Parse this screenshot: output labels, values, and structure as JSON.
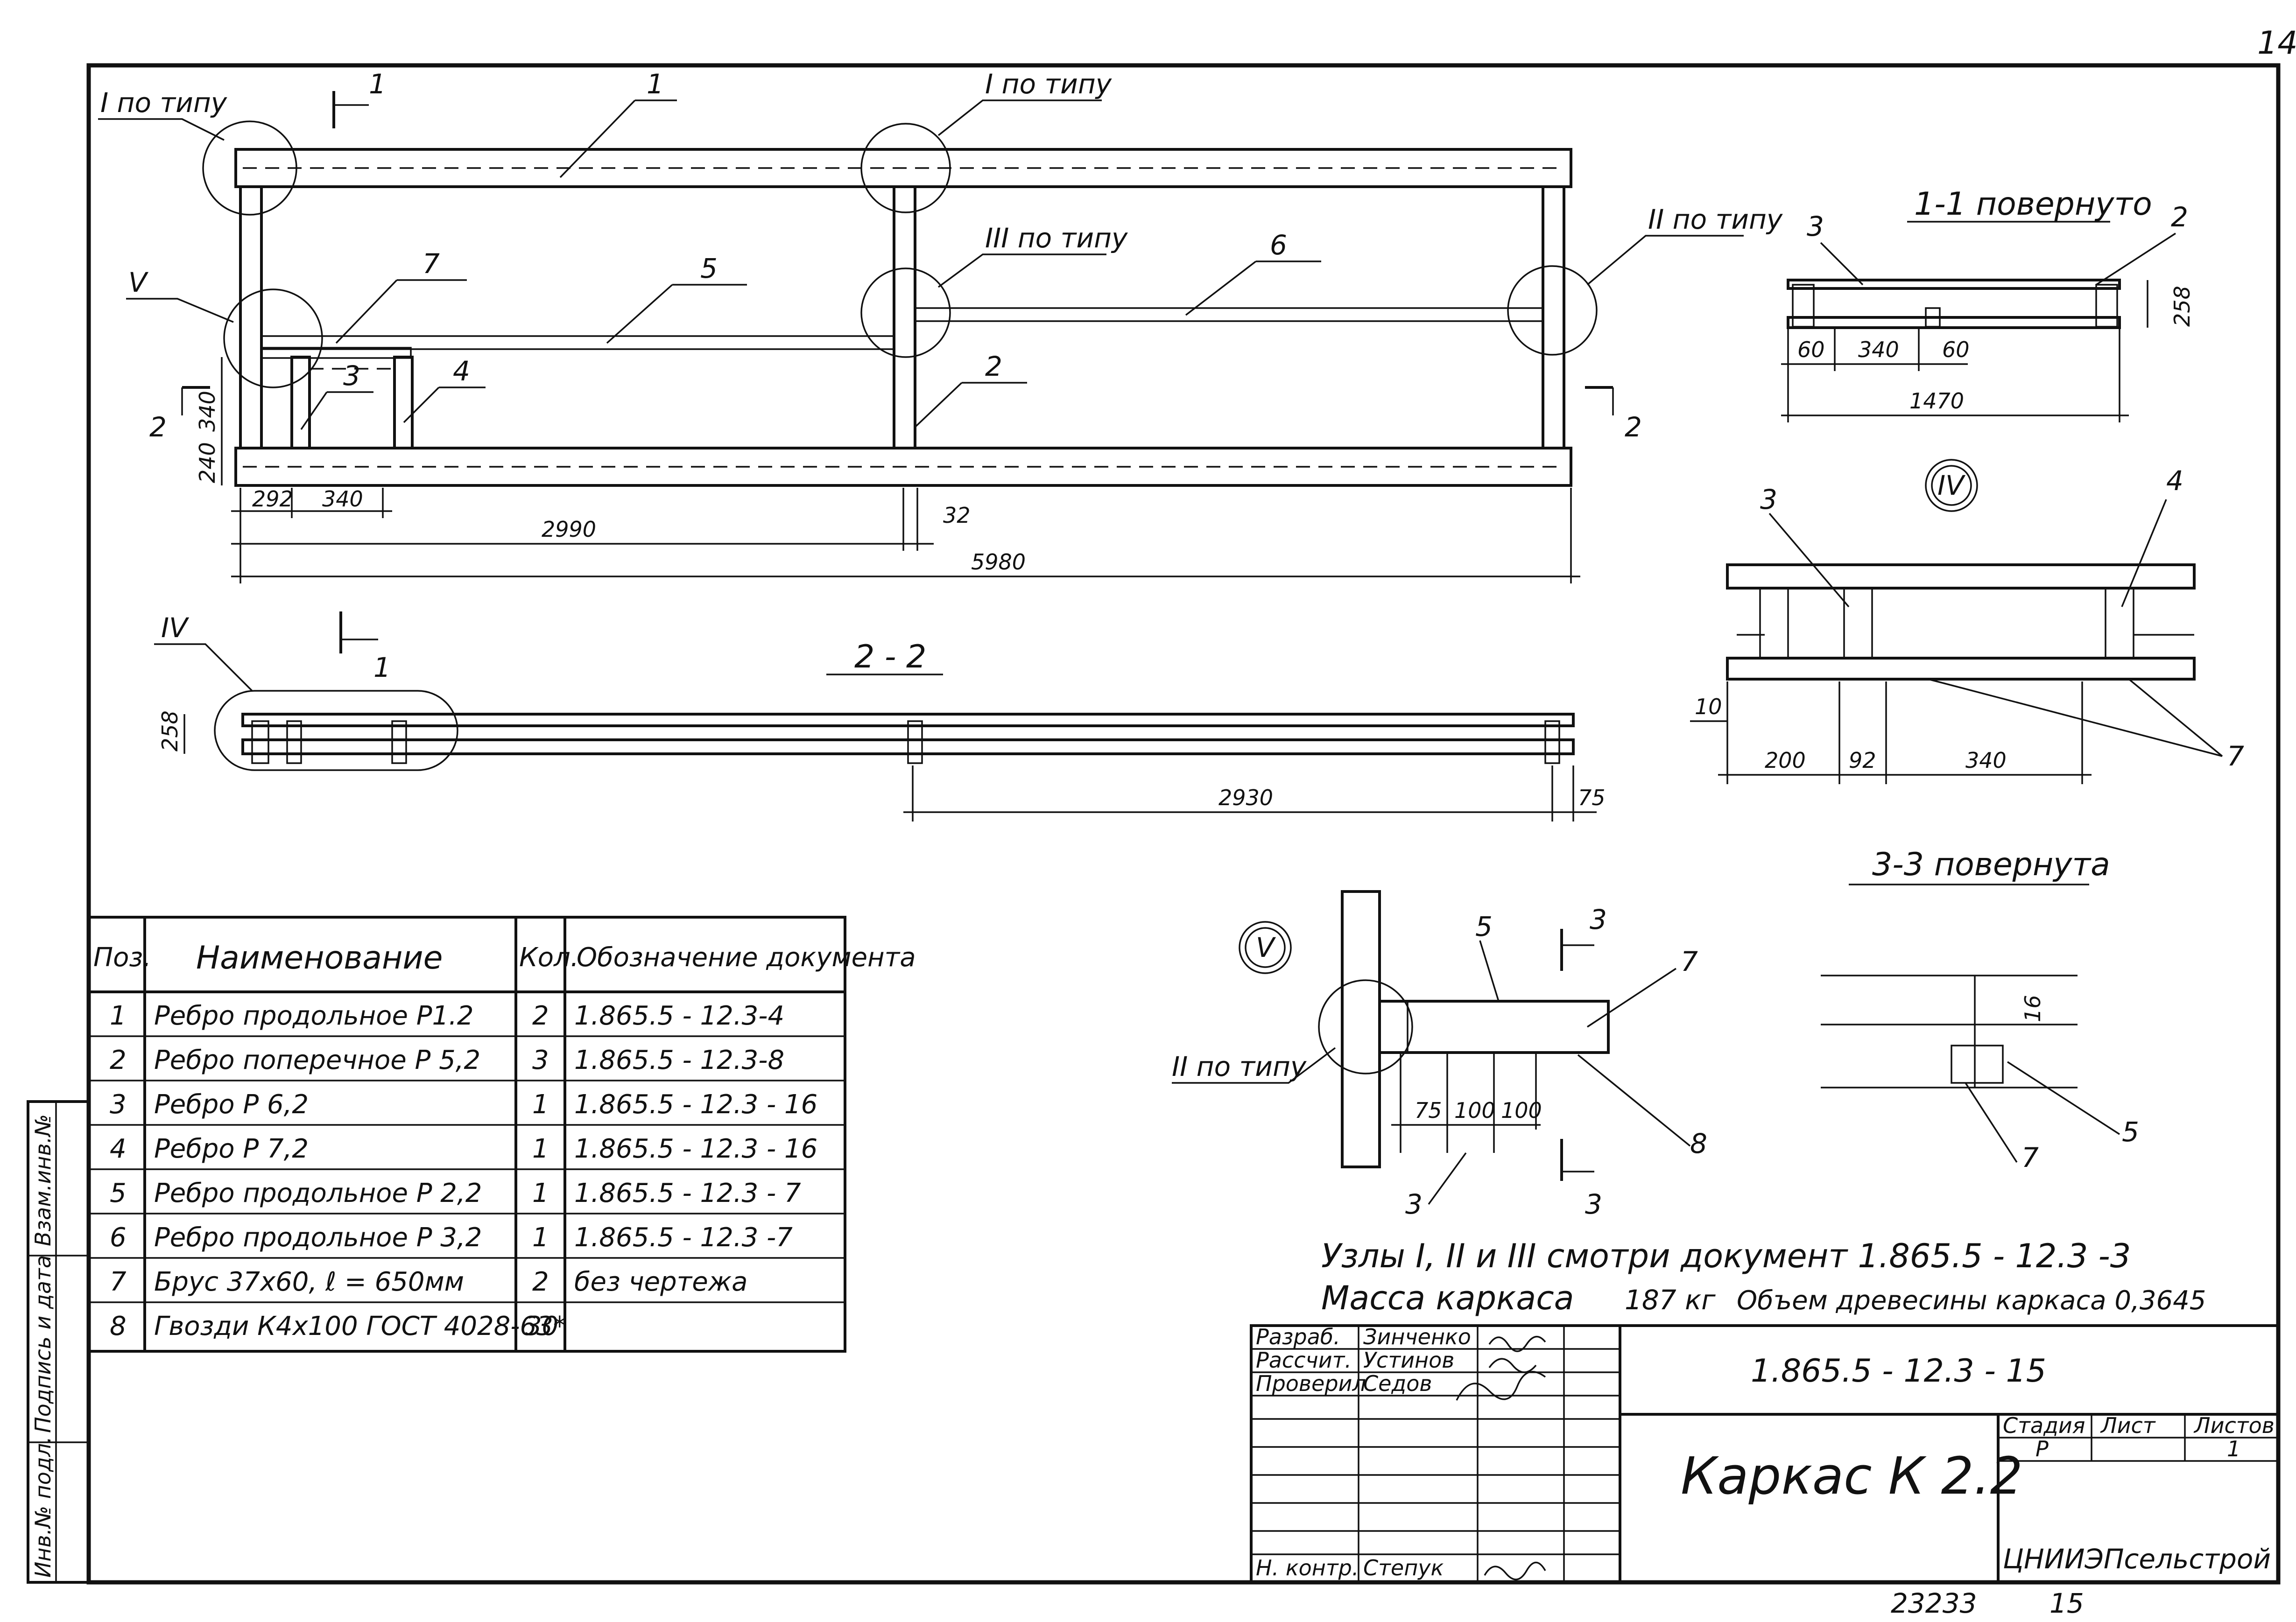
{
  "sheet": {
    "page_number": "14",
    "bottom_code": "23233",
    "bottom_code_2": "15"
  },
  "plan": {
    "callout_1": "I по типу",
    "callout_2": "I по типу",
    "callout_3": "III по типу",
    "callout_4": "II по типу",
    "callout_5": "V",
    "section_mark": "1",
    "section_mark_2": "2",
    "pos": [
      "1",
      "7",
      "5",
      "6",
      "3",
      "4",
      "2"
    ],
    "dims": {
      "d340": "340",
      "d240": "240",
      "d292": "292",
      "d340b": "340",
      "d2990": "2990",
      "d32": "32",
      "d5980": "5980"
    }
  },
  "section22": {
    "title": "2 - 2",
    "callout": "IV",
    "section_mark": "1",
    "d258": "258",
    "d2930": "2930",
    "d75": "75"
  },
  "section11": {
    "title": "1-1 повернуто",
    "pos_left": "3",
    "pos_right": "2",
    "d258": "258",
    "d60a": "60",
    "d340": "340",
    "d60b": "60",
    "d1470": "1470"
  },
  "nodeIV": {
    "label": "IV",
    "pos_3": "3",
    "pos_4": "4",
    "pos_7": "7",
    "d10": "10",
    "d200": "200",
    "d92": "92",
    "d340": "340"
  },
  "section33": {
    "title": "3-3 повернута",
    "d16": "16",
    "pos_5": "5",
    "pos_7": "7"
  },
  "nodeV": {
    "label": "V",
    "callout": "II по типу",
    "pos_5": "5",
    "pos_7": "7",
    "pos_8": "8",
    "pos_3": "3",
    "mark_3a": "3",
    "mark_3b": "3",
    "d75": "75",
    "d100a": "100",
    "d100b": "100"
  },
  "notes": {
    "line1": "Узлы I, II и III смотри документ 1.865.5 - 12.3 -3",
    "line2_a": "Масса каркаса",
    "line2_b": "187 кг",
    "line2_c": "Объем древесины каркаса 0,3645"
  },
  "spec": {
    "headers": [
      "Поз.",
      "Наименование",
      "Кол.",
      "Обозначение документа"
    ],
    "rows": [
      {
        "pos": "1",
        "name": "Ребро продольное Р1.2",
        "qty": "2",
        "doc": "1.865.5 - 12.3-4"
      },
      {
        "pos": "2",
        "name": "Ребро поперечное Р 5,2",
        "qty": "3",
        "doc": "1.865.5 - 12.3-8"
      },
      {
        "pos": "3",
        "name": "Ребро Р 6,2",
        "qty": "1",
        "doc": "1.865.5 - 12.3 - 16"
      },
      {
        "pos": "4",
        "name": "Ребро Р 7,2",
        "qty": "1",
        "doc": "1.865.5 - 12.3 - 16"
      },
      {
        "pos": "5",
        "name": "Ребро продольное Р 2,2",
        "qty": "1",
        "doc": "1.865.5 - 12.3 - 7"
      },
      {
        "pos": "6",
        "name": "Ребро продольное Р 3,2",
        "qty": "1",
        "doc": "1.865.5 - 12.3 -7"
      },
      {
        "pos": "7",
        "name": "Брус 37х60, ℓ = 650мм",
        "qty": "2",
        "doc": "без чертежа"
      },
      {
        "pos": "8",
        "name": "Гвозди К4х100 ГОСТ 4028-63*",
        "qty": "30",
        "doc": ""
      }
    ]
  },
  "side_stamp": {
    "cell1": "Взам.инв.№",
    "cell2": "Подпись и дата",
    "cell3": "Инв.№ подл."
  },
  "title_block": {
    "roles": [
      "Разраб.",
      "Рассчит.",
      "Проверил"
    ],
    "names": [
      "Зинченко",
      "Устинов",
      "Седов"
    ],
    "nkontr_role": "Н. контр.",
    "nkontr_name": "Степук",
    "doc_code": "1.865.5 - 12.3 - 15",
    "drawing_name": "Каркас К 2.2",
    "stage_label": "Стадия",
    "sheet_label": "Лист",
    "sheets_label": "Листов",
    "stage_value": "Р",
    "sheets_value": "1",
    "organization": "ЦНИИЭПсельстрой"
  }
}
